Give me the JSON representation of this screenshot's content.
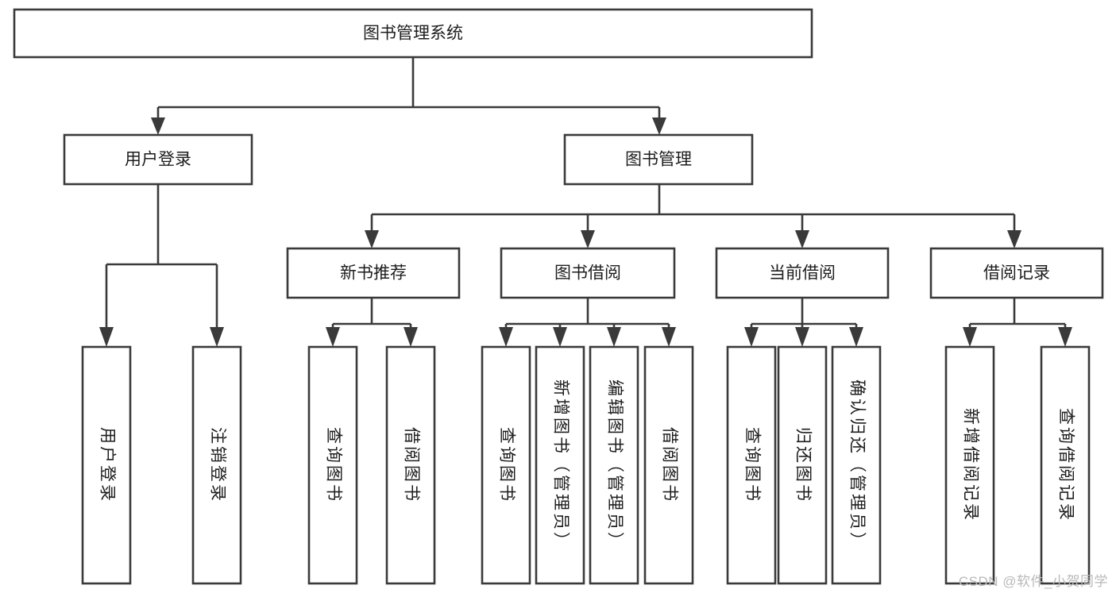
{
  "diagram": {
    "title": "图书管理系统",
    "root": {
      "label": "图书管理系统"
    },
    "level2": [
      {
        "label": "用户登录"
      },
      {
        "label": "图书管理"
      }
    ],
    "level3": [
      {
        "label": "新书推荐"
      },
      {
        "label": "图书借阅"
      },
      {
        "label": "当前借阅"
      },
      {
        "label": "借阅记录"
      }
    ],
    "leaves": {
      "user_login": [
        {
          "label": "用户登录"
        },
        {
          "label": "注销登录"
        }
      ],
      "new_book_recommend": [
        {
          "label": "查询图书"
        },
        {
          "label": "借阅图书"
        }
      ],
      "book_borrow": [
        {
          "label": "查询图书"
        },
        {
          "label": "新增图书（管理员）"
        },
        {
          "label": "编辑图书（管理员）"
        },
        {
          "label": "借阅图书"
        }
      ],
      "current_borrow": [
        {
          "label": "查询图书"
        },
        {
          "label": "归还图书"
        },
        {
          "label": "确认归还（管理员）"
        }
      ],
      "borrow_record": [
        {
          "label": "新增借阅记录"
        },
        {
          "label": "查询借阅记录"
        }
      ]
    }
  },
  "watermark": {
    "text": "CSDN @软件_小贺同学"
  },
  "colors": {
    "stroke": "#3a3a3a",
    "box_fill": "#ffffff",
    "text": "#1d1d1d",
    "watermark": "#b9b9b9",
    "background": "#ffffff"
  }
}
